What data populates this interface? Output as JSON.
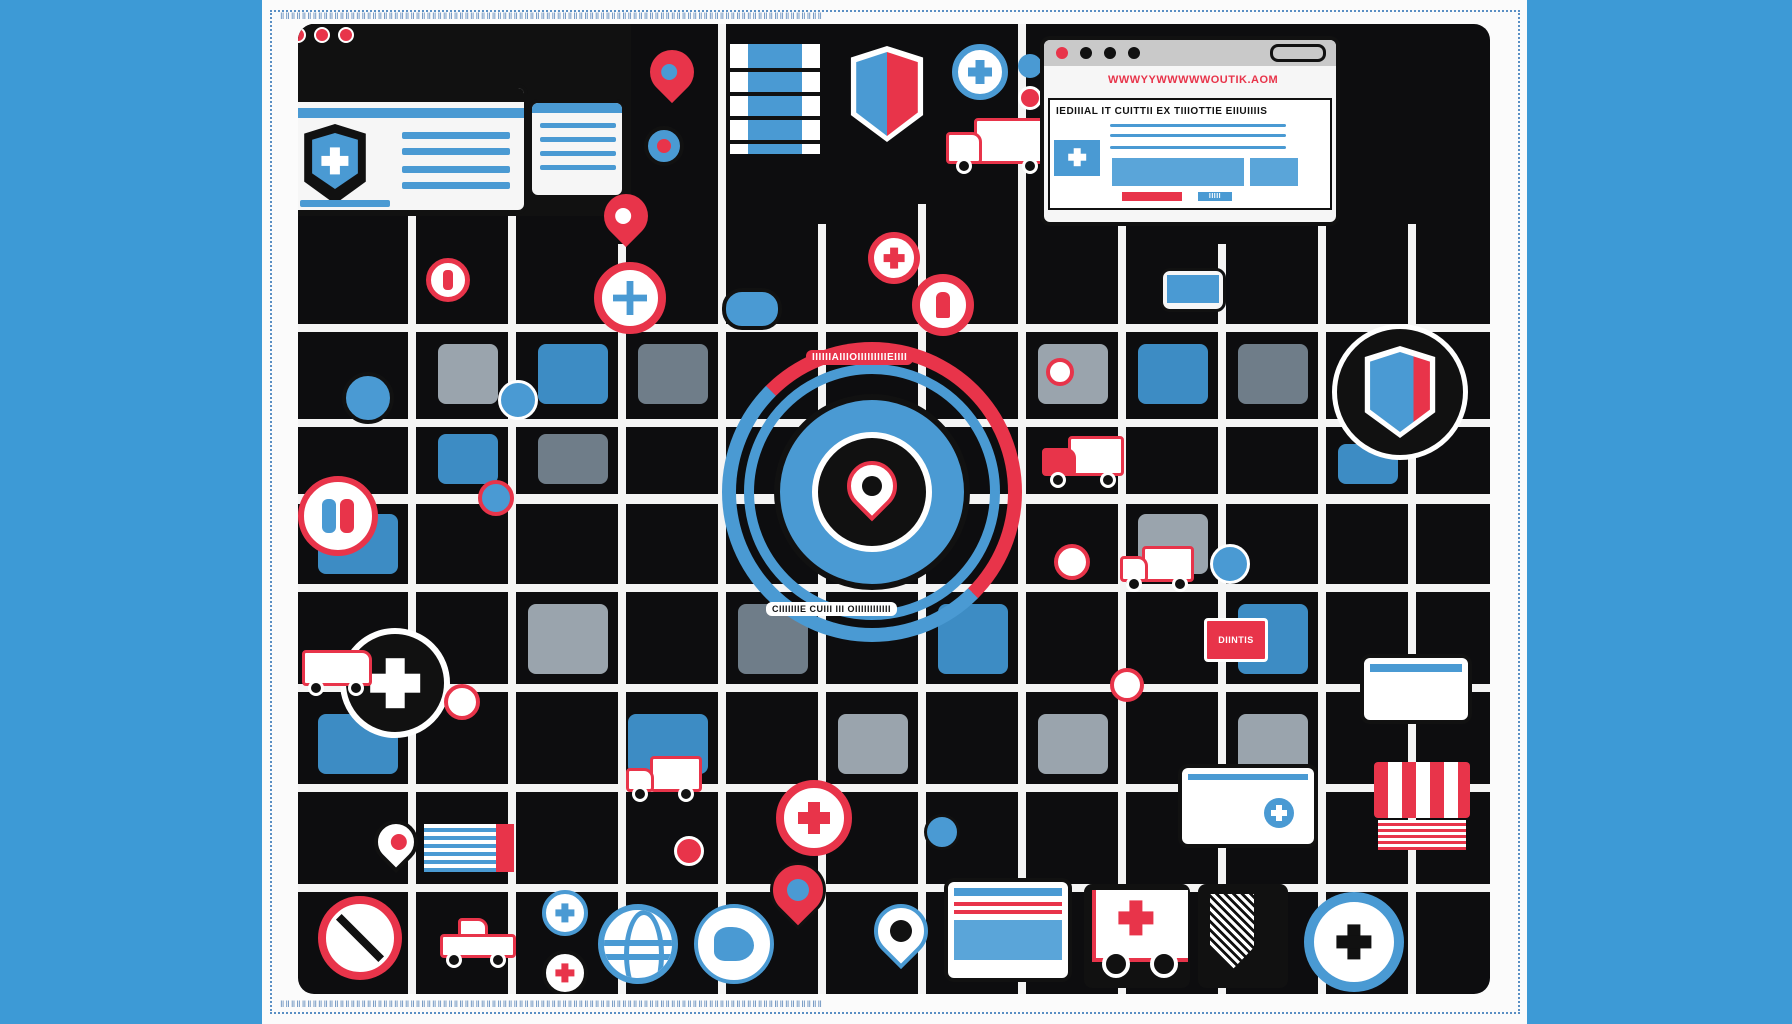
{
  "illustration": {
    "theme": "medical-services-map",
    "palette": {
      "background_blue": "#3d9ad6",
      "poster_white": "#fbfbfb",
      "board_black": "#0d0d0f",
      "accent_red": "#e8344a",
      "accent_blue": "#4a9ad3",
      "road_white": "#f4f4f4",
      "panel_gray": "#6f7d89"
    }
  },
  "top_left_browser": {
    "window_dots": [
      "red",
      "red",
      "red"
    ],
    "icon": "shield-medical-cross-icon",
    "text_lines": 8
  },
  "top_right_browser": {
    "window_dots": [
      "red",
      "black",
      "black",
      "black"
    ],
    "url_text": "WWWYYWWWWWOUTIK.AOM",
    "heading_text": "IEDIIIAL IT CUITTII EX TIIIOTTIE EIIUIIIIS",
    "button_red": "",
    "button_blue": "IIIII"
  },
  "center_hub": {
    "icon": "map-pin-icon",
    "arc_text_top": "IIIIIIAIIIOIIIIIIIIIEIIII",
    "arc_text_bottom": "CIIIIIIIE CUIII III OIIIIIIIIIIII"
  },
  "delivery_truck": {
    "label": "DIINTIS"
  },
  "icons": [
    "hospital-building-icon",
    "shield-lightning-icon",
    "medical-cross-circle-icon",
    "ambulance-icon",
    "map-pin-icon",
    "people-icon",
    "globe-icon",
    "world-map-icon",
    "monitor-icon",
    "storefront-awning-icon",
    "shield-icon",
    "first-aid-van-icon",
    "checkmark-badge-icon",
    "no-sign-icon"
  ]
}
